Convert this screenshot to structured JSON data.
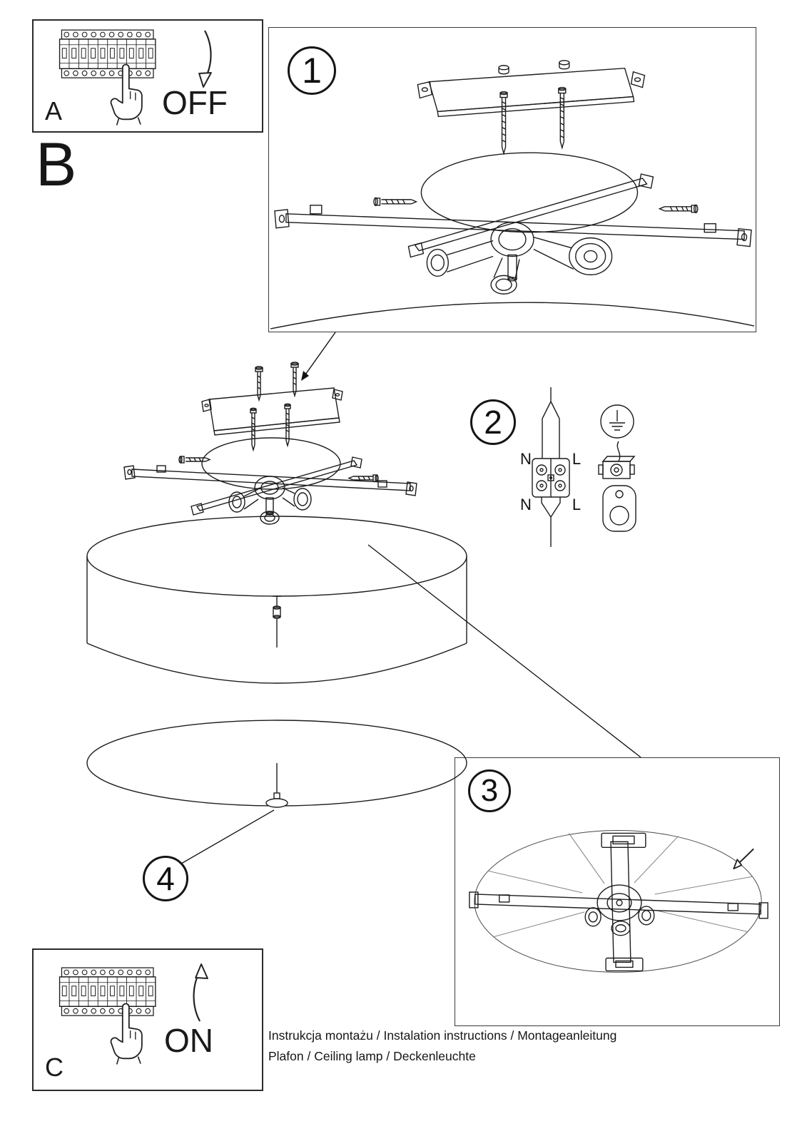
{
  "panel_a": {
    "label": "A",
    "switch_state": "OFF"
  },
  "section_b": {
    "label": "B"
  },
  "panel_c": {
    "label": "C",
    "switch_state": "ON"
  },
  "steps": {
    "one": "1",
    "two": "2",
    "three": "3",
    "four": "4"
  },
  "wiring": {
    "n_top": "N",
    "l_top": "L",
    "n_bottom": "N",
    "l_bottom": "L"
  },
  "footer": {
    "line1": "Instrukcja montażu / Instalation instructions / Montageanleitung",
    "line2": "Plafon / Ceiling lamp / Deckenleuchte"
  }
}
